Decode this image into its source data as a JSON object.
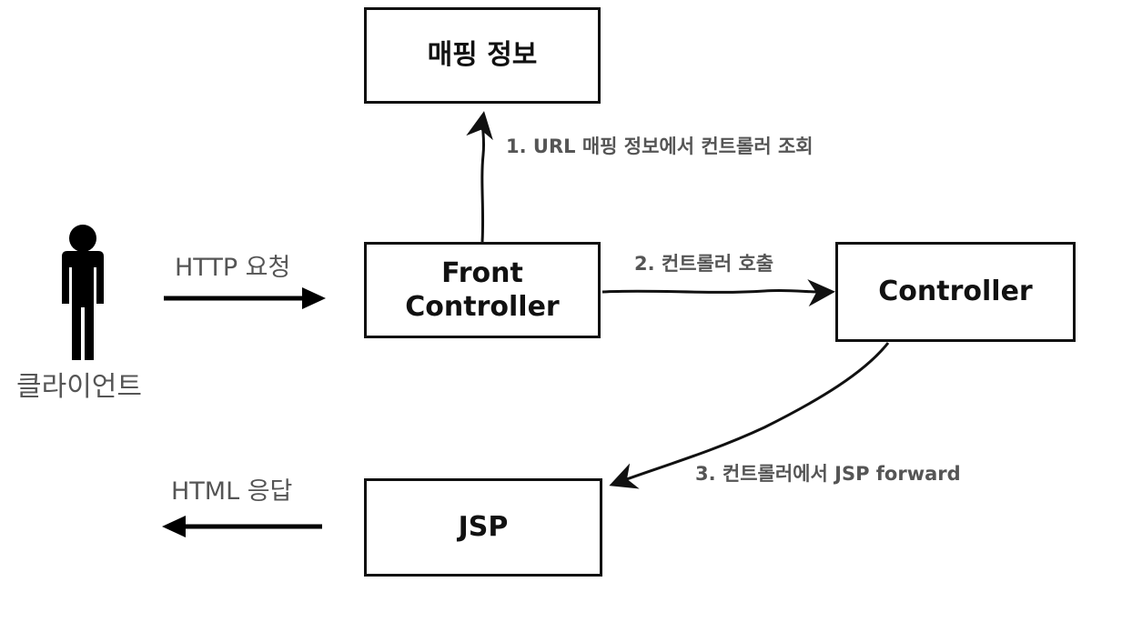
{
  "nodes": {
    "mapping_info": "매핑 정보",
    "front_controller_line1": "Front",
    "front_controller_line2": "Controller",
    "controller": "Controller",
    "jsp": "JSP",
    "client": "클라이언트"
  },
  "edges": {
    "lookup": "1. URL 매핑 정보에서 컨트롤러 조회",
    "call": "2. 컨트롤러 호출",
    "forward": "3. 컨트롤러에서 JSP forward",
    "http_request": "HTTP 요청",
    "html_response": "HTML 응답"
  },
  "colors": {
    "stroke": "#111111",
    "label": "#555555"
  }
}
